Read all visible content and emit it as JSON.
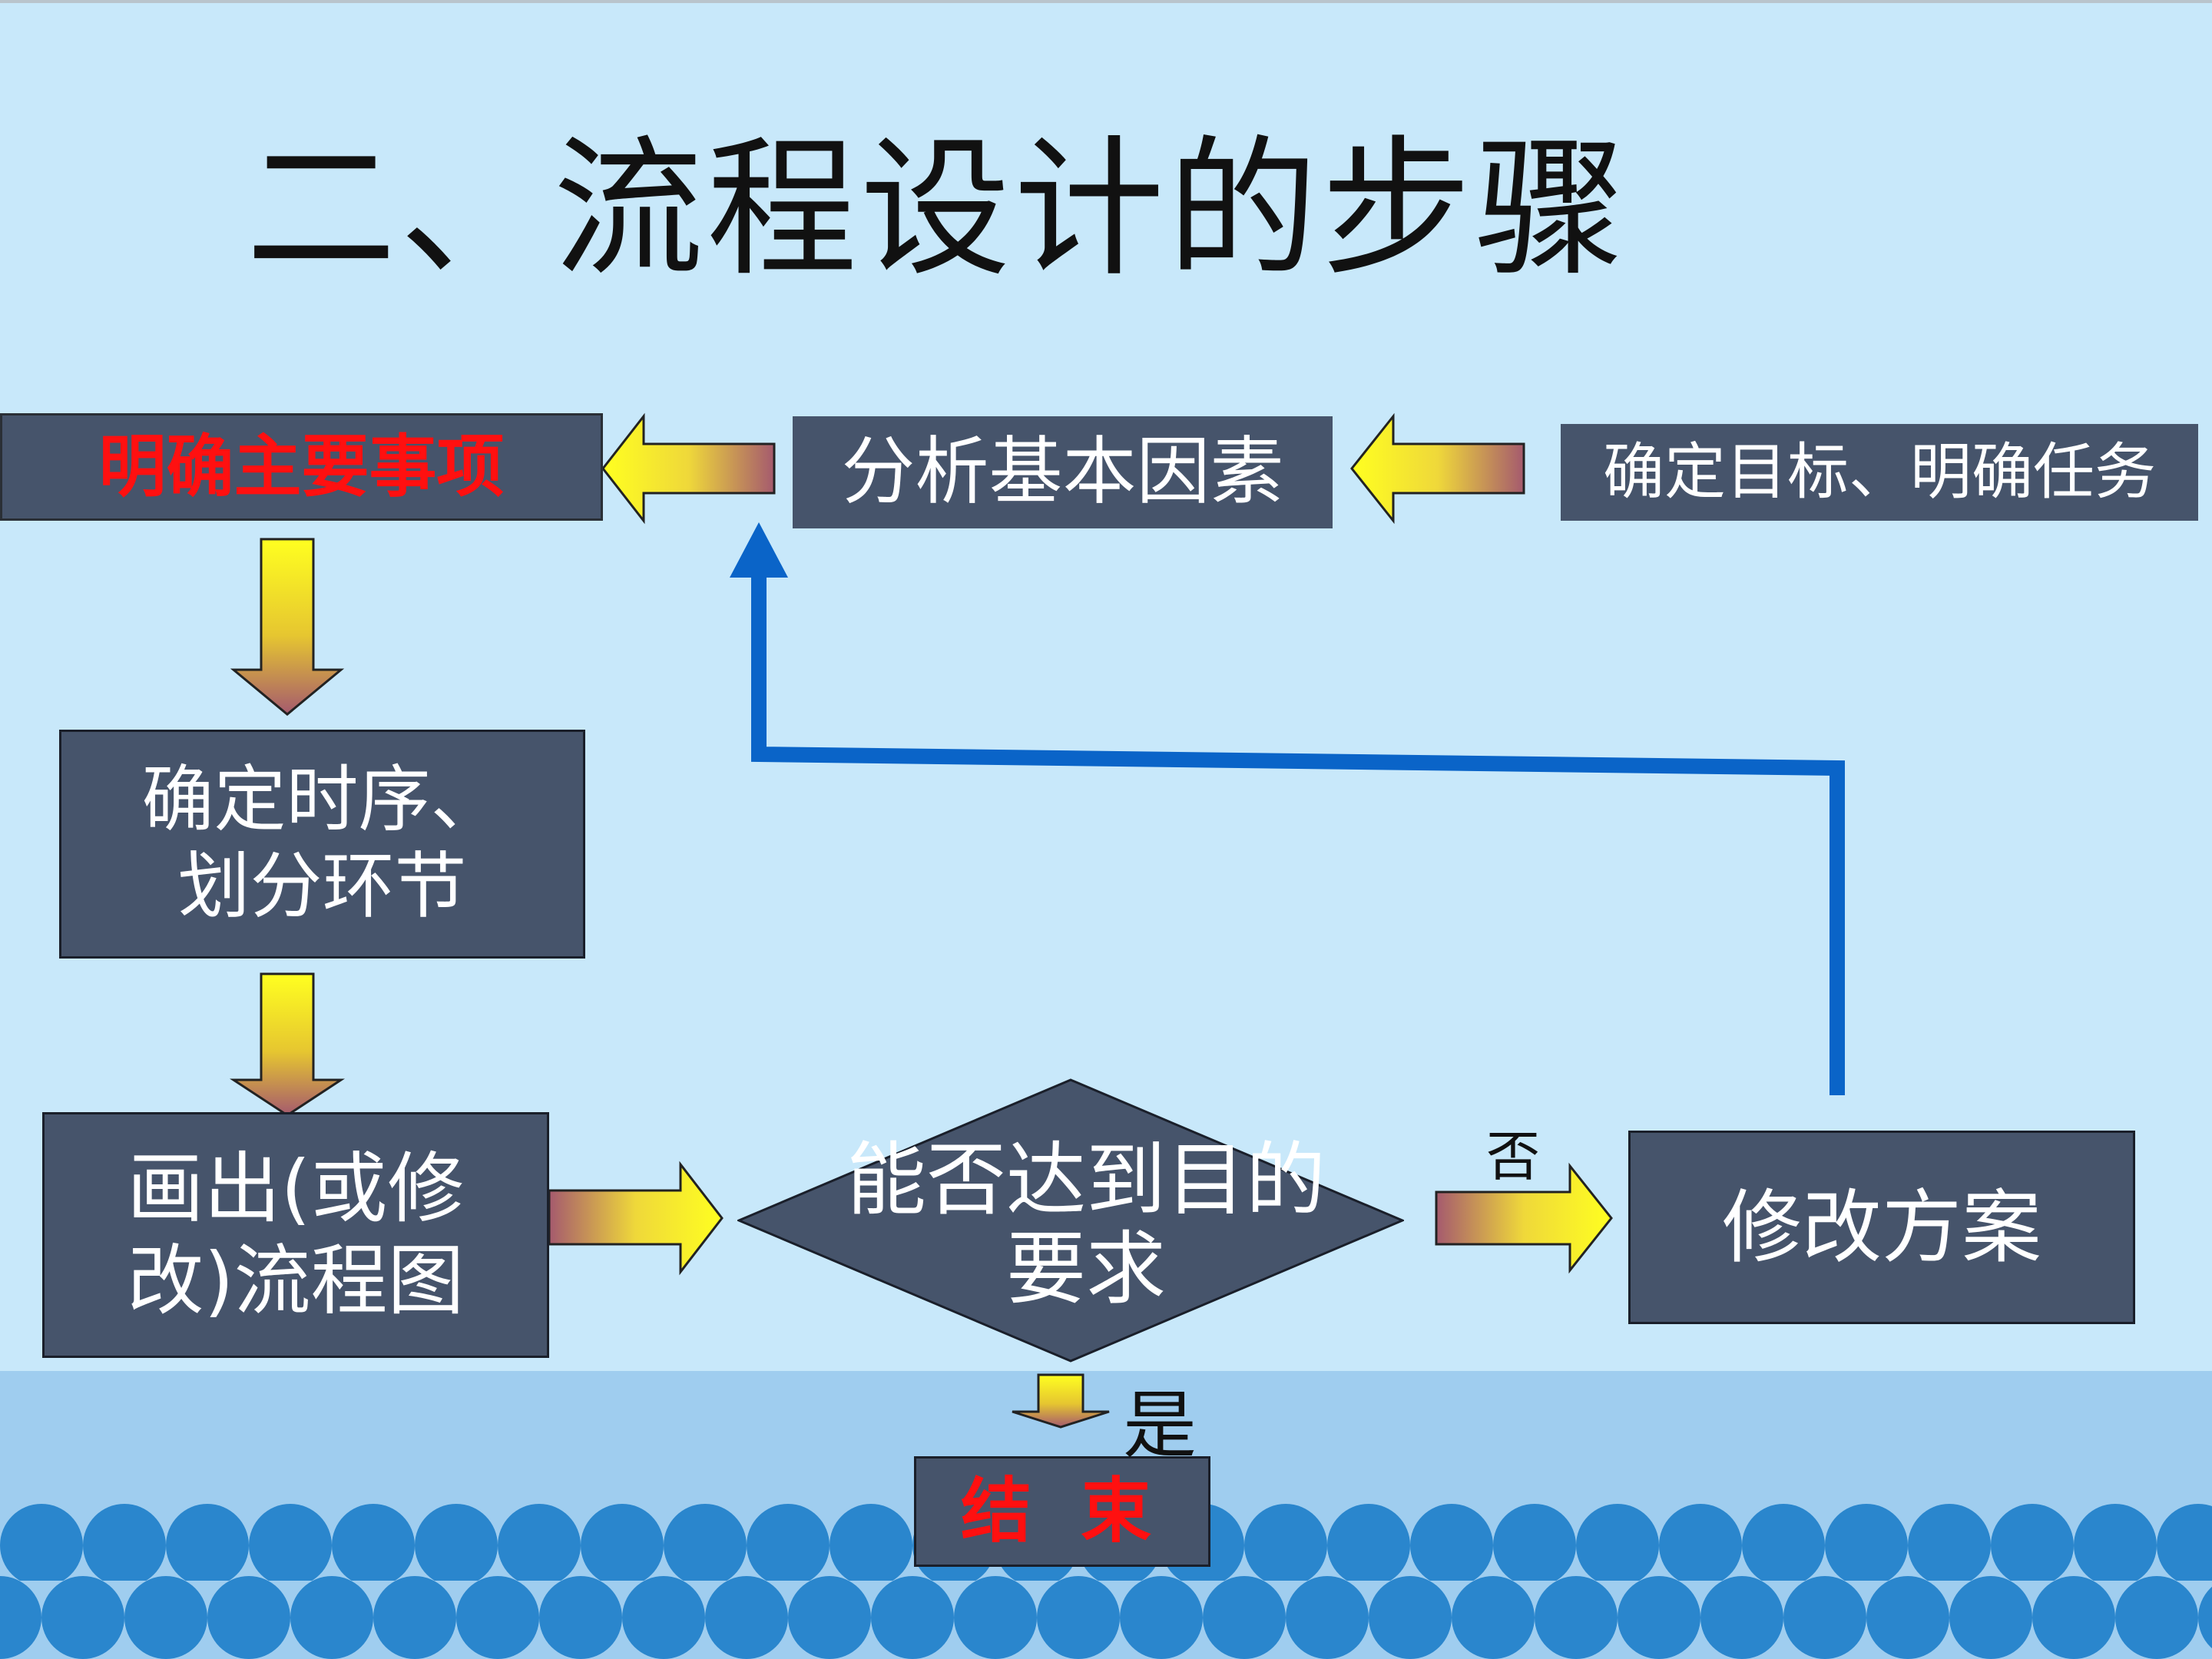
{
  "title": "二、流程设计的步骤",
  "steps": {
    "main_items": "明确主要事项",
    "analyze": "分析基本因素",
    "goal": "确定目标、明确任务",
    "timing": "确定时序、\n划分环节",
    "draw": "画出(或修\n改)流程图",
    "decision": "能否达到目的\n要求",
    "modify": "修改方案",
    "end": "结 束"
  },
  "labels": {
    "no": "否",
    "yes": "是"
  },
  "colors": {
    "background": "#c8e8fa",
    "box": "#46546b",
    "highlight_text": "#ff1010",
    "feedback_line": "#0a64c8",
    "arrow_gradient": [
      "#ffff20",
      "#a55a6e"
    ],
    "sea": [
      "#9fcdef",
      "#2a86cd"
    ]
  }
}
